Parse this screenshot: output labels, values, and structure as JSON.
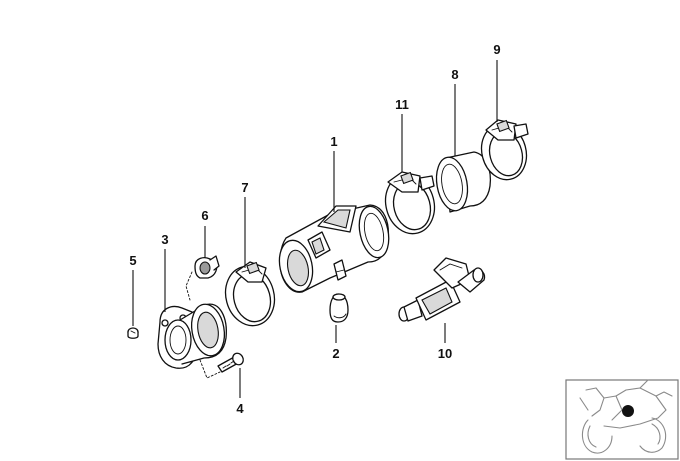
{
  "diagram": {
    "callouts": [
      {
        "id": "1",
        "label": "1"
      },
      {
        "id": "2",
        "label": "2"
      },
      {
        "id": "3",
        "label": "3"
      },
      {
        "id": "4",
        "label": "4"
      },
      {
        "id": "5",
        "label": "5"
      },
      {
        "id": "6",
        "label": "6"
      },
      {
        "id": "7",
        "label": "7"
      },
      {
        "id": "8",
        "label": "8"
      },
      {
        "id": "9",
        "label": "9"
      },
      {
        "id": "10",
        "label": "10"
      },
      {
        "id": "11",
        "label": "11"
      }
    ],
    "parts": [
      {
        "id": "1",
        "kind": "throttle-housing-icon"
      },
      {
        "id": "2",
        "kind": "rubber-cap-icon"
      },
      {
        "id": "3",
        "kind": "intake-flange-icon"
      },
      {
        "id": "4",
        "kind": "bolt-icon"
      },
      {
        "id": "5",
        "kind": "screw-icon"
      },
      {
        "id": "6",
        "kind": "cable-clip-icon"
      },
      {
        "id": "7",
        "kind": "hose-clamp-icon"
      },
      {
        "id": "8",
        "kind": "rubber-sleeve-icon"
      },
      {
        "id": "9",
        "kind": "hose-clamp-icon"
      },
      {
        "id": "10",
        "kind": "injector-icon"
      },
      {
        "id": "11",
        "kind": "hose-clamp-icon"
      }
    ],
    "locator": {
      "kind": "motorcycle-icon",
      "marker_color": "#000000"
    }
  }
}
